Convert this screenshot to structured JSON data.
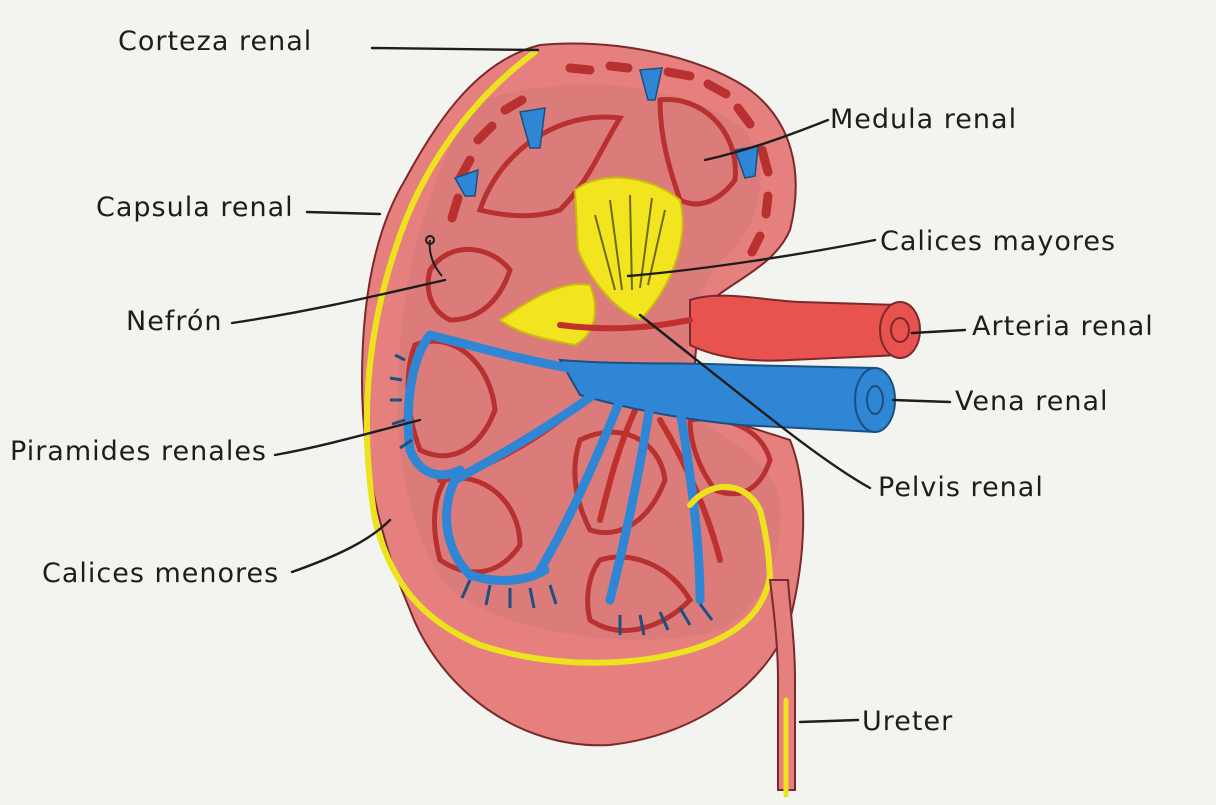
{
  "diagram": {
    "labels": {
      "corteza_renal": "Corteza renal",
      "medula_renal": "Medula renal",
      "capsula_renal": "Capsula renal",
      "calices_mayores": "Calices mayores",
      "nefron": "Nefrón",
      "arteria_renal": "Arteria renal",
      "vena_renal": "Vena renal",
      "piramides_renales": "Piramides renales",
      "pelvis_renal": "Pelvis renal",
      "calices_menores": "Calices menores",
      "ureter": "Ureter"
    },
    "colors": {
      "background": "#f3f3f0",
      "cortex": "#e5807e",
      "cortex_dark": "#c24a4a",
      "medulla": "#d97b79",
      "artery": "#e8524f",
      "vein": "#2f86d4",
      "calyx_yellow": "#f2e51f",
      "capsule_line": "#ece21e",
      "ink": "#1d1d1d"
    }
  }
}
